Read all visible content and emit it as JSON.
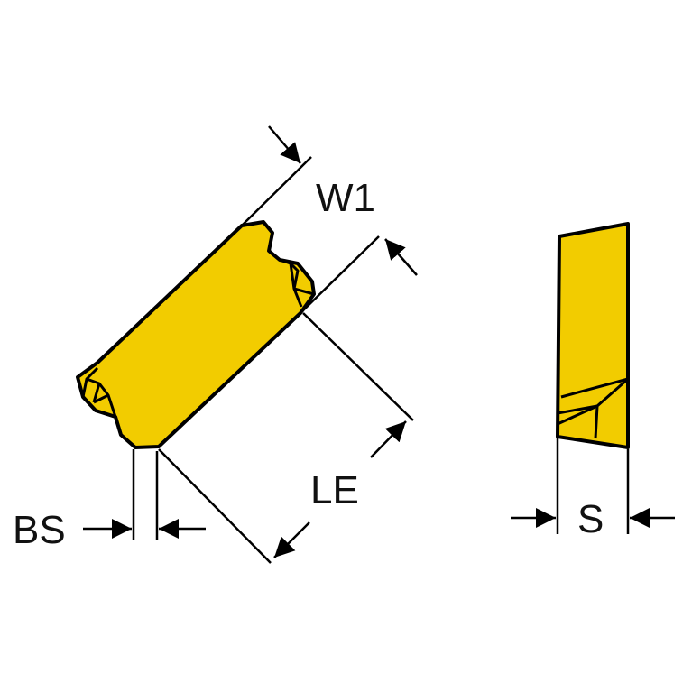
{
  "labels": {
    "w1": "W1",
    "le": "LE",
    "bs": "BS",
    "s": "S"
  },
  "colors": {
    "insert_fill": "#f2cc00",
    "outline": "#000000",
    "background": "#ffffff"
  }
}
